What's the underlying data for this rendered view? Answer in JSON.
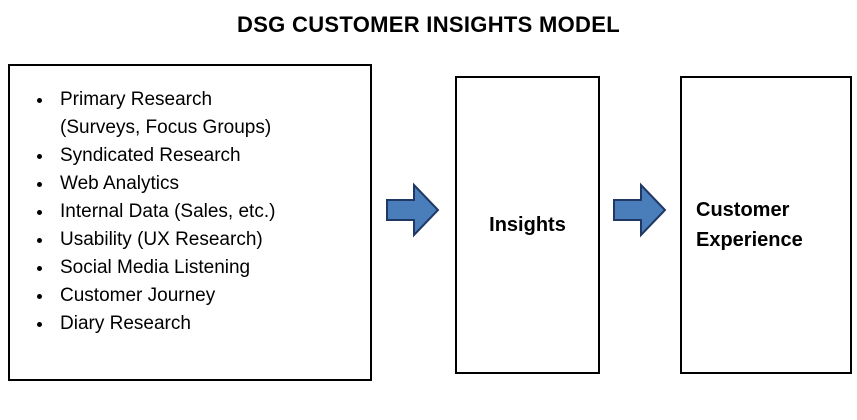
{
  "title": "DSG CUSTOMER INSIGHTS MODEL",
  "colors": {
    "arrow_fill": "#4a7ebb",
    "arrow_stroke": "#1f3864",
    "box_border": "#000000"
  },
  "sources_box": {
    "items": [
      "Primary Research\n(Surveys, Focus Groups)",
      "Syndicated Research",
      "Web Analytics",
      "Internal Data (Sales, etc.)",
      "Usability (UX Research)",
      "Social Media Listening",
      "Customer Journey",
      "Diary Research"
    ]
  },
  "insights_box": {
    "label": "Insights"
  },
  "experience_box": {
    "label": "Customer Experience"
  }
}
